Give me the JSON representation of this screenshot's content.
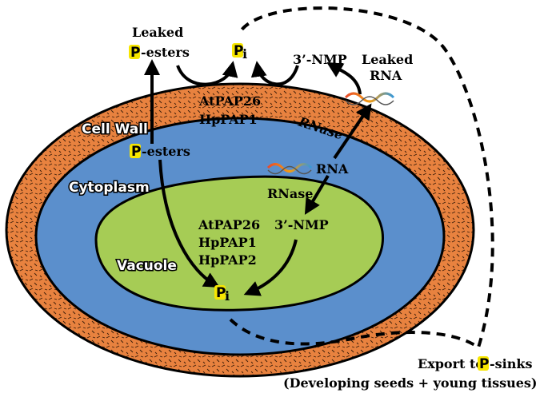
{
  "regions": {
    "cell_wall": "Cell Wall",
    "cytoplasm": "Cytoplasm",
    "vacuole": "Vacuole"
  },
  "labels": {
    "leaked": "Leaked",
    "p_letter": "P",
    "esters_suffix": "-esters",
    "pi_sub": "i",
    "nmp": "3’-NMP",
    "leaked_rna": "Leaked",
    "rna_word": "RNA",
    "wall_enzyme_1": "AtPAP26",
    "wall_enzyme_2": "HpPAP1",
    "wall_rnase": "RNase",
    "cyto_rna": "RNA",
    "cyto_rnase": "RNase",
    "vac_enzyme_1": "AtPAP26",
    "vac_enzyme_2": "HpPAP1",
    "vac_enzyme_3": "HpPAP2",
    "vac_nmp": "3’-NMP",
    "export_prefix": "Export to ",
    "export_suffix": "-sinks",
    "export_line2": "(Developing seeds + young tissues)"
  },
  "colors": {
    "cell_wall": "#e8823f",
    "cytoplasm": "#5b8fcc",
    "vacuole": "#a6cc55",
    "p_highlight": "#f7e600",
    "outline": "#000000"
  }
}
